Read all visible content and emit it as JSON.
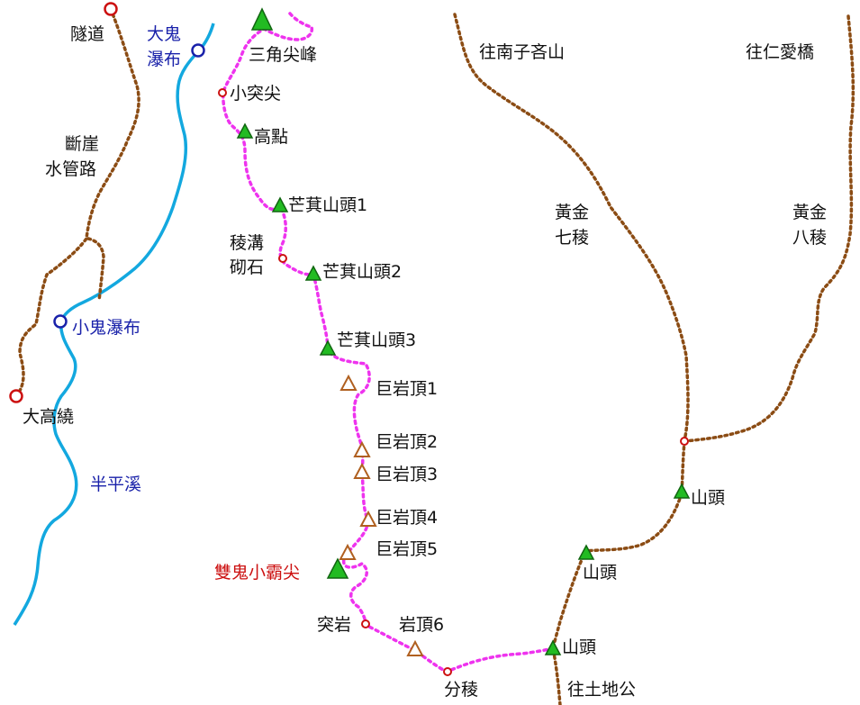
{
  "colors": {
    "trail": "#ee33ee",
    "side_trail": "#8b4c14",
    "creek": "#13a8df",
    "waypoint": "#cc1111",
    "peak_fill": "#22bb22",
    "peak_stroke": "#106610",
    "rock_stroke": "#b06020",
    "label": "#111111",
    "water_label": "#1a22aa",
    "highlight_label": "#cc1111"
  },
  "labels": {
    "tunnel": "隧道",
    "big_ghost_falls": [
      "大鬼",
      "瀑布"
    ],
    "triangle_peak": "三角尖峰",
    "small_spike": "小突尖",
    "high_point": "高點",
    "mangi_1": "芒萁山頭1",
    "ridge_gully": [
      "稜溝",
      "砌石"
    ],
    "mangi_2": "芒萁山頭2",
    "mangi_3": "芒萁山頭3",
    "rock_top_1": "巨岩頂1",
    "rock_top_2": "巨岩頂2",
    "rock_top_3": "巨岩頂3",
    "rock_top_4": "巨岩頂4",
    "rock_top_5": "巨岩頂5",
    "rock_top_6": "岩頂6",
    "twin_ghost_peak": "雙鬼小霸尖",
    "protruding_rock": "突岩",
    "ridge_split": "分稜",
    "cliff_pipe": [
      "斷崖",
      "水管路"
    ],
    "small_ghost_falls": "小鬼瀑布",
    "big_detour": "大高繞",
    "banping_creek": "半平溪",
    "to_nanzi": "往南子吝山",
    "to_renai": "往仁愛橋",
    "gold_7": [
      "黃金",
      "七稜"
    ],
    "gold_8": [
      "黃金",
      "八稜"
    ],
    "hilltop_a": "山頭",
    "hilltop_b": "山頭",
    "hilltop_c": "山頭",
    "to_tudigong": "往土地公"
  }
}
